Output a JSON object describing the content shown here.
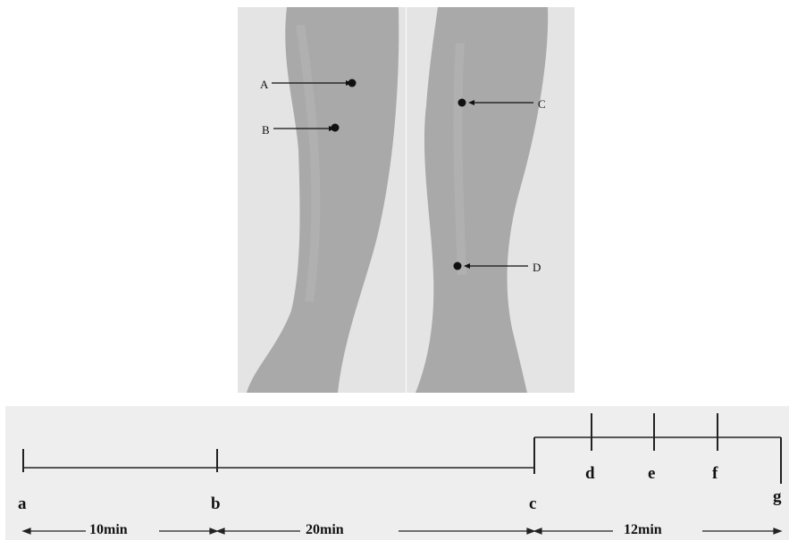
{
  "points": {
    "A": "A",
    "B": "B",
    "C": "C",
    "D": "D"
  },
  "timeline": {
    "marks": {
      "a": "a",
      "b": "b",
      "c": "c",
      "d": "d",
      "e": "e",
      "f": "f",
      "g": "g"
    },
    "durations": {
      "first": "10min",
      "second": "20min",
      "third": "12min"
    }
  }
}
